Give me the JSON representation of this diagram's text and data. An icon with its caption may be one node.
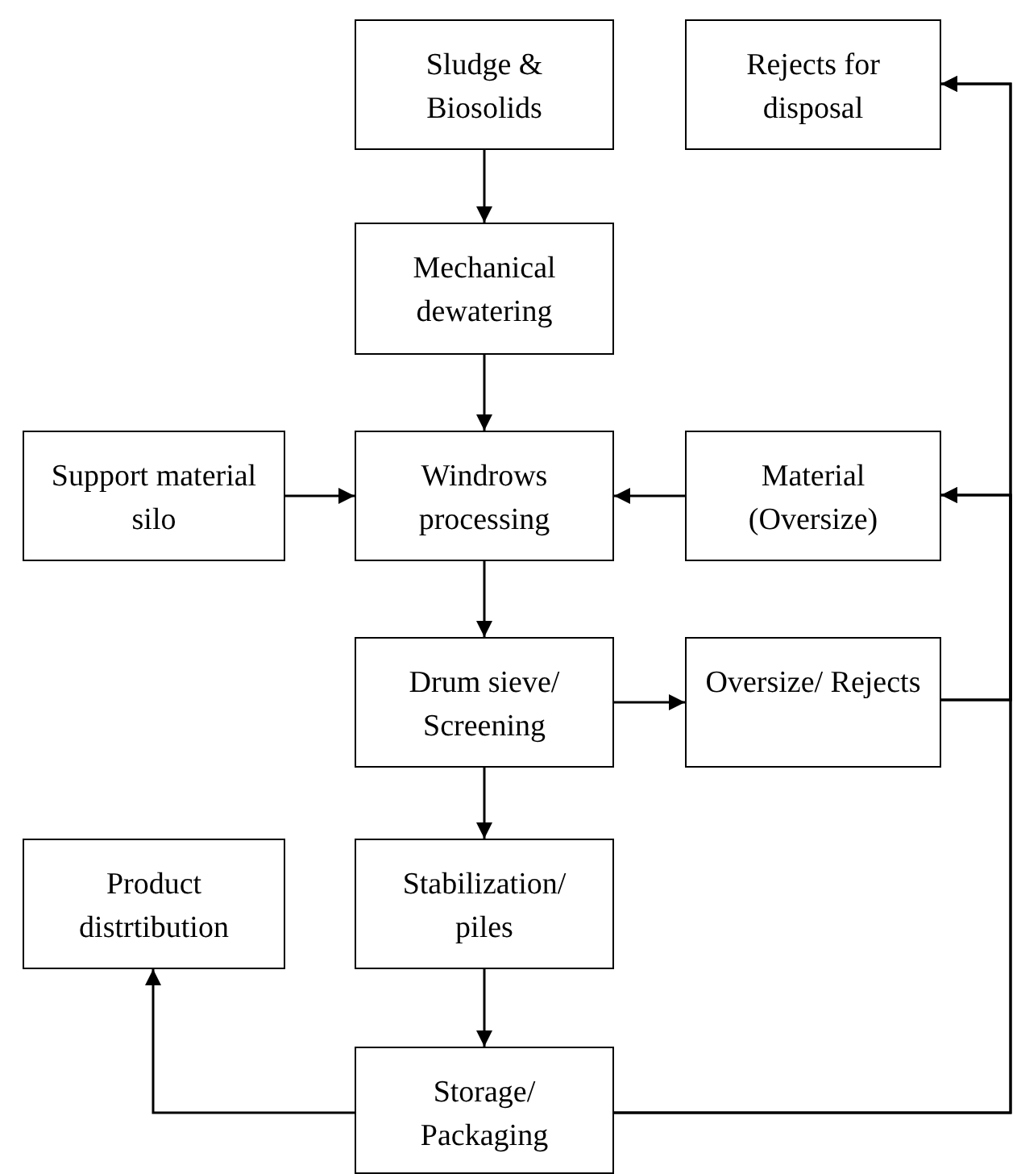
{
  "diagram": {
    "nodes": [
      {
        "text": [
          "Sludge & Biosolids"
        ]
      },
      {
        "text": [
          "Rejects for disposal"
        ]
      },
      {
        "text": [
          "Mechanical dewatering"
        ]
      },
      {
        "text": [
          "Support material silo"
        ]
      },
      {
        "text": [
          "Windrows processing"
        ]
      },
      {
        "text": [
          "Material (Oversize)"
        ]
      },
      {
        "text": [
          "Drum sieve/ Screening"
        ]
      },
      {
        "text": [
          "Oversize/ Rejects"
        ]
      },
      {
        "text": [
          "Product distrtibution"
        ]
      },
      {
        "text": [
          "Stabilization/ piles"
        ]
      },
      {
        "text": [
          "Storage/ Packaging"
        ]
      }
    ],
    "edges": [
      {
        "from": 0,
        "to": 2,
        "arrow": "to"
      },
      {
        "from": 2,
        "to": 4,
        "arrow": "to"
      },
      {
        "from": 3,
        "to": 4,
        "arrow": "to"
      },
      {
        "from": 5,
        "to": 4,
        "arrow": "to"
      },
      {
        "from": 4,
        "to": 6,
        "arrow": "to"
      },
      {
        "from": 6,
        "to": 7,
        "arrow": "to"
      },
      {
        "from": 6,
        "to": 9,
        "arrow": "to"
      },
      {
        "from": 9,
        "to": 10,
        "arrow": "to"
      },
      {
        "from": 10,
        "to": 8,
        "arrow": "to"
      },
      {
        "from": 10,
        "to": 1,
        "arrow": "to"
      },
      {
        "from": 10,
        "to": 5,
        "arrow": "to"
      },
      {
        "from": 7,
        "to": 1,
        "arrow": "to"
      },
      {
        "from": 7,
        "to": 5,
        "arrow": "to"
      }
    ]
  }
}
